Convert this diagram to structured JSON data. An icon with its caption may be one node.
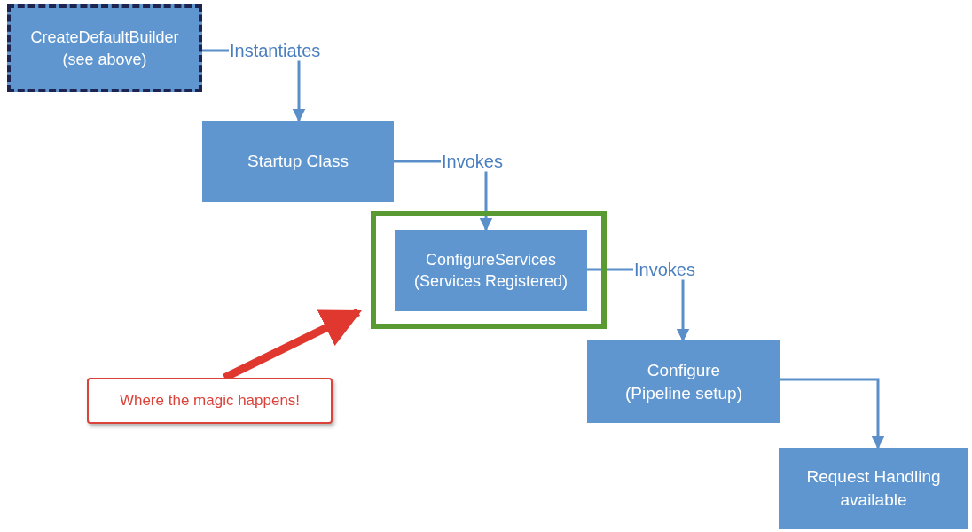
{
  "diagram": {
    "nodes": [
      {
        "text": [
          "CreateDefaultBuilder",
          "(see above)"
        ]
      },
      {
        "text": [
          "Startup Class"
        ]
      },
      {
        "text": [],
        "shape": "box"
      },
      {
        "text": [
          "ConfigureServices",
          "(Services Registered)"
        ],
        "in": 2
      },
      {
        "text": [
          "Configure",
          "(Pipeline setup)"
        ]
      },
      {
        "text": [
          "Request Handling available"
        ]
      },
      {
        "text": [
          "Where the magic happens!"
        ]
      }
    ],
    "edges": [
      {
        "from": 0,
        "to": 1,
        "arrow": "to",
        "label": "Instantiates"
      },
      {
        "from": 1,
        "to": 3,
        "arrow": "to",
        "label": "Invokes"
      },
      {
        "from": 3,
        "to": 4,
        "arrow": "to",
        "label": "Invokes"
      },
      {
        "from": 4,
        "to": 5,
        "arrow": "to"
      },
      {
        "from": 6,
        "to": 2,
        "arrow": "to",
        "style": "thick",
        "color": "#e0382e"
      }
    ]
  }
}
